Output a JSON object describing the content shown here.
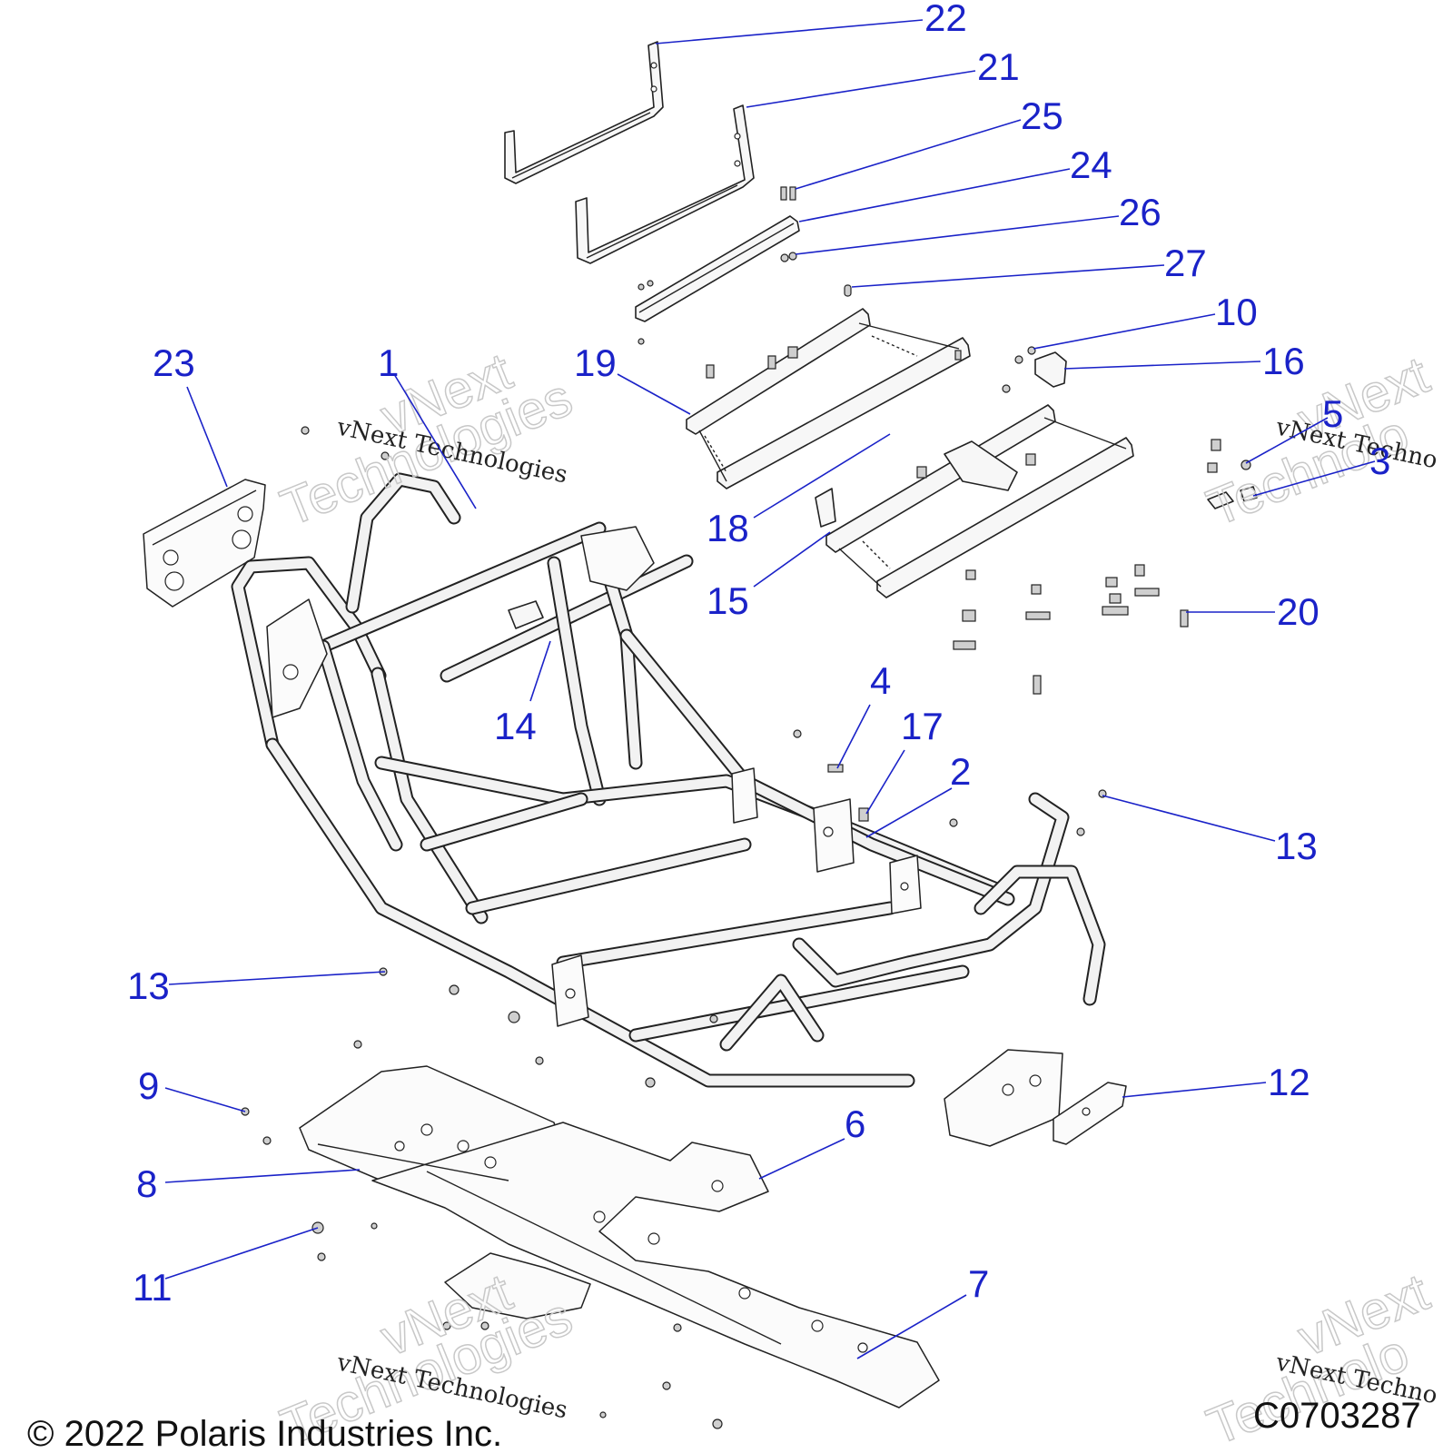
{
  "callouts": [
    {
      "id": "c1",
      "label": "1"
    },
    {
      "id": "c2",
      "label": "2"
    },
    {
      "id": "c3",
      "label": "3"
    },
    {
      "id": "c4",
      "label": "4"
    },
    {
      "id": "c5",
      "label": "5"
    },
    {
      "id": "c6",
      "label": "6"
    },
    {
      "id": "c7",
      "label": "7"
    },
    {
      "id": "c8",
      "label": "8"
    },
    {
      "id": "c9",
      "label": "9"
    },
    {
      "id": "c10",
      "label": "10"
    },
    {
      "id": "c11",
      "label": "11"
    },
    {
      "id": "c12",
      "label": "12"
    },
    {
      "id": "c13a",
      "label": "13"
    },
    {
      "id": "c13b",
      "label": "13"
    },
    {
      "id": "c14",
      "label": "14"
    },
    {
      "id": "c15",
      "label": "15"
    },
    {
      "id": "c16",
      "label": "16"
    },
    {
      "id": "c17",
      "label": "17"
    },
    {
      "id": "c18",
      "label": "18"
    },
    {
      "id": "c19",
      "label": "19"
    },
    {
      "id": "c20",
      "label": "20"
    },
    {
      "id": "c21",
      "label": "21"
    },
    {
      "id": "c22",
      "label": "22"
    },
    {
      "id": "c23",
      "label": "23"
    },
    {
      "id": "c24",
      "label": "24"
    },
    {
      "id": "c25",
      "label": "25"
    },
    {
      "id": "c26",
      "label": "26"
    },
    {
      "id": "c27",
      "label": "27"
    }
  ],
  "watermark": {
    "big_line1": "vNext",
    "big_line2": "Technologies",
    "small": "vNext Technologies",
    "small_cut": "vNext Techno",
    "big_cut1": "vNext",
    "big_cut2": "Technolo"
  },
  "footer": {
    "copyright": "© 2022 Polaris Industries Inc.",
    "code": "C0703287"
  },
  "colors": {
    "callout": "#1a22c8",
    "linework": "#222222",
    "watermark": "#c8c8c8"
  }
}
